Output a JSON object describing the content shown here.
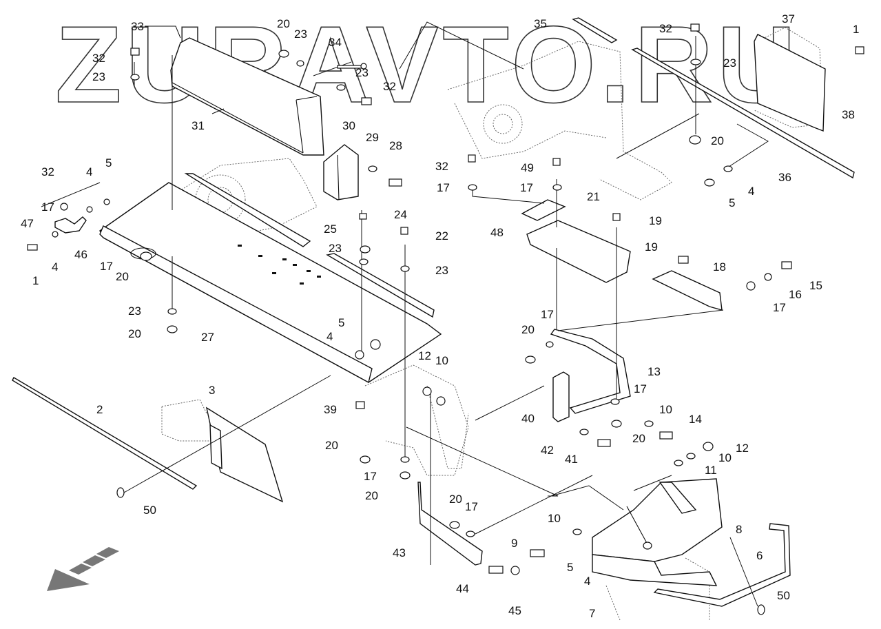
{
  "watermark": "ZURAVTO.RU",
  "callouts": [
    {
      "id": "c1a",
      "text": "1"
    },
    {
      "id": "c2",
      "text": "2"
    },
    {
      "id": "c3",
      "text": "3"
    },
    {
      "id": "c4a",
      "text": "4"
    },
    {
      "id": "c4b",
      "text": "4"
    },
    {
      "id": "c4c",
      "text": "4"
    },
    {
      "id": "c4d",
      "text": "4"
    },
    {
      "id": "c4e",
      "text": "4"
    },
    {
      "id": "c5a",
      "text": "5"
    },
    {
      "id": "c5b",
      "text": "5"
    },
    {
      "id": "c5c",
      "text": "5"
    },
    {
      "id": "c5d",
      "text": "5"
    },
    {
      "id": "c6",
      "text": "6"
    },
    {
      "id": "c7",
      "text": "7"
    },
    {
      "id": "c8",
      "text": "8"
    },
    {
      "id": "c9",
      "text": "9"
    },
    {
      "id": "c10a",
      "text": "10"
    },
    {
      "id": "c10b",
      "text": "10"
    },
    {
      "id": "c10c",
      "text": "10"
    },
    {
      "id": "c10d",
      "text": "10"
    },
    {
      "id": "c11",
      "text": "11"
    },
    {
      "id": "c12a",
      "text": "12"
    },
    {
      "id": "c12b",
      "text": "12"
    },
    {
      "id": "c13",
      "text": "13"
    },
    {
      "id": "c14",
      "text": "14"
    },
    {
      "id": "c15",
      "text": "15"
    },
    {
      "id": "c16",
      "text": "16"
    },
    {
      "id": "c17a",
      "text": "17"
    },
    {
      "id": "c17b",
      "text": "17"
    },
    {
      "id": "c17c",
      "text": "17"
    },
    {
      "id": "c17d",
      "text": "17"
    },
    {
      "id": "c17e",
      "text": "17"
    },
    {
      "id": "c17f",
      "text": "17"
    },
    {
      "id": "c17g",
      "text": "17"
    },
    {
      "id": "c17h",
      "text": "17"
    },
    {
      "id": "c17i",
      "text": "17"
    },
    {
      "id": "c18",
      "text": "18"
    },
    {
      "id": "c19a",
      "text": "19"
    },
    {
      "id": "c19b",
      "text": "19"
    },
    {
      "id": "c20a",
      "text": "20"
    },
    {
      "id": "c20b",
      "text": "20"
    },
    {
      "id": "c20c",
      "text": "20"
    },
    {
      "id": "c20d",
      "text": "20"
    },
    {
      "id": "c20e",
      "text": "20"
    },
    {
      "id": "c20f",
      "text": "20"
    },
    {
      "id": "c20g",
      "text": "20"
    },
    {
      "id": "c20h",
      "text": "20"
    },
    {
      "id": "c20i",
      "text": "20"
    },
    {
      "id": "c21",
      "text": "21"
    },
    {
      "id": "c22",
      "text": "22"
    },
    {
      "id": "c23a",
      "text": "23"
    },
    {
      "id": "c23b",
      "text": "23"
    },
    {
      "id": "c23c",
      "text": "23"
    },
    {
      "id": "c23d",
      "text": "23"
    },
    {
      "id": "c23e",
      "text": "23"
    },
    {
      "id": "c23f",
      "text": "23"
    },
    {
      "id": "c23g",
      "text": "23"
    },
    {
      "id": "c24",
      "text": "24"
    },
    {
      "id": "c25",
      "text": "25"
    },
    {
      "id": "c27",
      "text": "27"
    },
    {
      "id": "c28",
      "text": "28"
    },
    {
      "id": "c29",
      "text": "29"
    },
    {
      "id": "c30",
      "text": "30"
    },
    {
      "id": "c31",
      "text": "31"
    },
    {
      "id": "c32a",
      "text": "32"
    },
    {
      "id": "c32b",
      "text": "32"
    },
    {
      "id": "c32c",
      "text": "32"
    },
    {
      "id": "c32d",
      "text": "32"
    },
    {
      "id": "c32e",
      "text": "32"
    },
    {
      "id": "c33",
      "text": "33"
    },
    {
      "id": "c34",
      "text": "34"
    },
    {
      "id": "c35",
      "text": "35"
    },
    {
      "id": "c36",
      "text": "36"
    },
    {
      "id": "c37",
      "text": "37"
    },
    {
      "id": "c38",
      "text": "38"
    },
    {
      "id": "c39",
      "text": "39"
    },
    {
      "id": "c40",
      "text": "40"
    },
    {
      "id": "c41",
      "text": "41"
    },
    {
      "id": "c42",
      "text": "42"
    },
    {
      "id": "c43",
      "text": "43"
    },
    {
      "id": "c44",
      "text": "44"
    },
    {
      "id": "c45",
      "text": "45"
    },
    {
      "id": "c46",
      "text": "46"
    },
    {
      "id": "c47",
      "text": "47"
    },
    {
      "id": "c48",
      "text": "48"
    },
    {
      "id": "c49",
      "text": "49"
    },
    {
      "id": "c50a",
      "text": "50"
    },
    {
      "id": "c50b",
      "text": "50"
    },
    {
      "id": "c1b",
      "text": "1"
    }
  ]
}
